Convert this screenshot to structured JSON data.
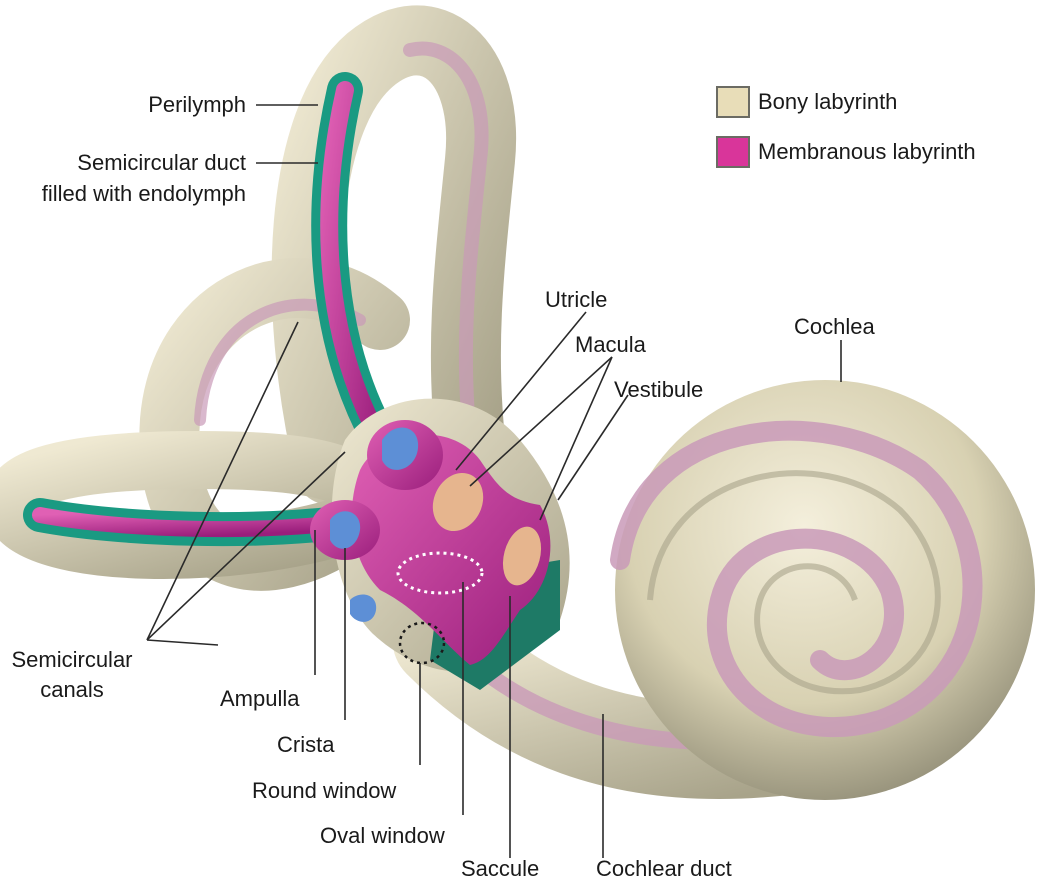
{
  "legend": {
    "items": [
      {
        "label": "Bony labyrinth",
        "color": "#e8ddb8"
      },
      {
        "label": "Membranous labyrinth",
        "color": "#d9359a"
      }
    ]
  },
  "labels": {
    "perilymph": "Perilymph",
    "semicircular_duct_1": "Semicircular duct",
    "semicircular_duct_2": "filled with endolymph",
    "utricle": "Utricle",
    "macula": "Macula",
    "vestibule": "Vestibule",
    "cochlea": "Cochlea",
    "semicircular_canals_1": "Semicircular",
    "semicircular_canals_2": "canals",
    "ampulla": "Ampulla",
    "crista": "Crista",
    "round_window": "Round window",
    "oval_window": "Oval window",
    "saccule": "Saccule",
    "cochlear_duct": "Cochlear duct"
  },
  "colors": {
    "bone": "#d9d2b4",
    "bone_dark": "#9c9780",
    "membrane": "#c0309a",
    "perilymph": "#1a9a82",
    "cut_face": "#1e7a66",
    "macula": "#e6b58e",
    "crista": "#5d8fd6",
    "line": "#2a2a2a"
  }
}
